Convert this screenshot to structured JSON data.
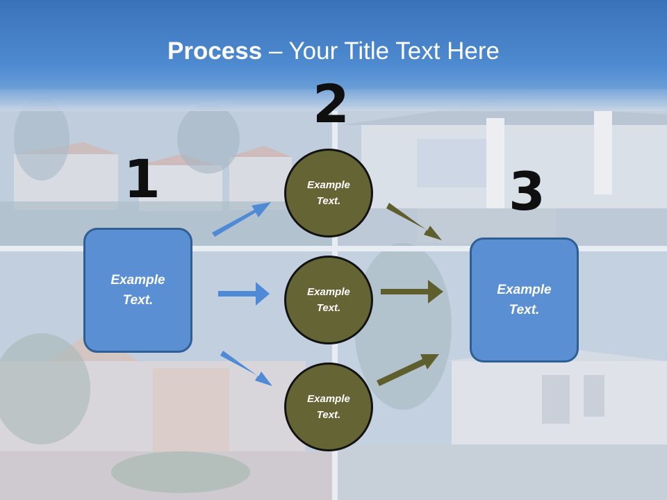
{
  "title": {
    "bold": "Process",
    "rest": " – Your Title Text Here"
  },
  "steps": {
    "one": "1",
    "two": "2",
    "three": "3"
  },
  "left_box": {
    "line1": "Example",
    "line2": "Text."
  },
  "right_box": {
    "line1": "Example",
    "line2": "Text."
  },
  "circles": [
    {
      "line1": "Example",
      "line2": "Text."
    },
    {
      "line1": "Example",
      "line2": "Text."
    },
    {
      "line1": "Example",
      "line2": "Text."
    }
  ],
  "colors": {
    "header_blue": "#4a86cc",
    "box_blue": "#5b8fd3",
    "circle_olive": "#646435",
    "arrow_blue": "#4f8ad6",
    "arrow_olive": "#5f5f2e"
  }
}
